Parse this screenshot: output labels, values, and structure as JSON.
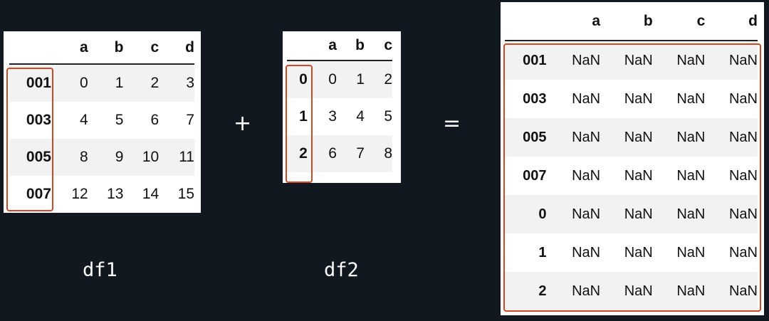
{
  "df1": {
    "columns": [
      "a",
      "b",
      "c",
      "d"
    ],
    "index": [
      "001",
      "003",
      "005",
      "007"
    ],
    "rows": [
      [
        "0",
        "1",
        "2",
        "3"
      ],
      [
        "4",
        "5",
        "6",
        "7"
      ],
      [
        "8",
        "9",
        "10",
        "11"
      ],
      [
        "12",
        "13",
        "14",
        "15"
      ]
    ],
    "caption": "df1"
  },
  "df2": {
    "columns": [
      "a",
      "b",
      "c"
    ],
    "index": [
      "0",
      "1",
      "2"
    ],
    "rows": [
      [
        "0",
        "1",
        "2"
      ],
      [
        "3",
        "4",
        "5"
      ],
      [
        "6",
        "7",
        "8"
      ]
    ],
    "caption": "df2"
  },
  "result": {
    "columns": [
      "a",
      "b",
      "c",
      "d"
    ],
    "index": [
      "001",
      "003",
      "005",
      "007",
      "0",
      "1",
      "2"
    ],
    "rows": [
      [
        "NaN",
        "NaN",
        "NaN",
        "NaN"
      ],
      [
        "NaN",
        "NaN",
        "NaN",
        "NaN"
      ],
      [
        "NaN",
        "NaN",
        "NaN",
        "NaN"
      ],
      [
        "NaN",
        "NaN",
        "NaN",
        "NaN"
      ],
      [
        "NaN",
        "NaN",
        "NaN",
        "NaN"
      ],
      [
        "NaN",
        "NaN",
        "NaN",
        "NaN"
      ],
      [
        "NaN",
        "NaN",
        "NaN",
        "NaN"
      ]
    ]
  },
  "operators": {
    "plus": "+",
    "equals": "="
  },
  "colors": {
    "highlight": "#cc4a2a",
    "background": "#111820"
  }
}
